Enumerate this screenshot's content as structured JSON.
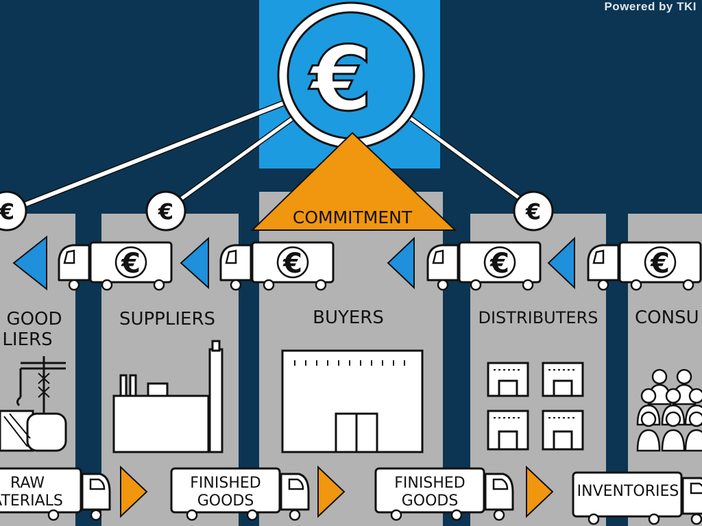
{
  "header": {
    "powered_by": "Powered by TKI"
  },
  "hub": {
    "symbol": "€"
  },
  "commitment": {
    "label": "COMMITMENT"
  },
  "money_symbol": "€",
  "columns": [
    {
      "title_line1": "GOOD",
      "title_line2": "LIERS"
    },
    {
      "title_line1": "SUPPLIERS"
    },
    {
      "title_line1": "BUYERS"
    },
    {
      "title_line1": "DISTRIBUTERS"
    },
    {
      "title_line1": "CONSU"
    }
  ],
  "goods_trucks": [
    {
      "line1": "RAW",
      "line2": "ATERIALS"
    },
    {
      "line1": "FINISHED",
      "line2": "GOODS"
    },
    {
      "line1": "FINISHED",
      "line2": "GOODS"
    },
    {
      "line1": "INVENTORIES"
    }
  ],
  "colors": {
    "background": "#0b3553",
    "hub_blue": "#1c9be0",
    "arrow_blue": "#1e90dc",
    "orange": "#f0960f",
    "column_gray": "#b3b3b3"
  }
}
